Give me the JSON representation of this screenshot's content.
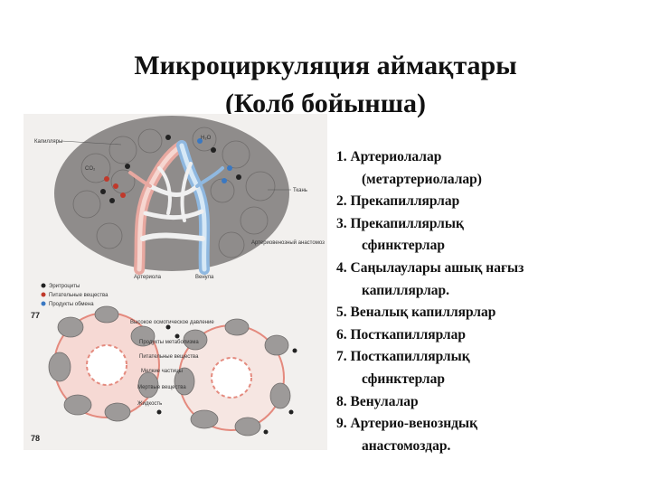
{
  "title": {
    "line1": "Микроциркуляция аймақтары",
    "line2": "(Колб бойынша)"
  },
  "figure": {
    "top_labels": {
      "capillaries": "Капилляры",
      "co2": "CO₂",
      "h2o": "H₂O",
      "tissue": "Ткань",
      "arteriovenous": "Артериовенозный анастомоз",
      "arteriole": "Артериола",
      "venule": "Венула",
      "fig_num": "77"
    },
    "legend": [
      {
        "label": "Эритроциты",
        "color": "#222222"
      },
      {
        "label": "Питательные вещества",
        "color": "#c0392b"
      },
      {
        "label": "Продукты обмена",
        "color": "#3a78c2"
      }
    ],
    "bottom_labels": {
      "fig_num": "78",
      "ann1": "Высокое осмотическое давление",
      "ann2": "Продукты метаболизма",
      "ann3": "Питательные вещества",
      "ann4": "Мелкие частицы",
      "ann5": "Мертвые вещества",
      "ann6": "Жидкость"
    }
  },
  "items": [
    {
      "n": "1.",
      "text": "Артериолалар",
      "sub": "(метартериолалар)"
    },
    {
      "n": "2.",
      "text": "Прекапиллярлар",
      "sub": ""
    },
    {
      "n": "3.",
      "text": "Прекапиллярлық",
      "sub": "сфинктерлар"
    },
    {
      "n": "4.",
      "text": "Саңылаулары ашық нағыз",
      "sub": "капиллярлар."
    },
    {
      "n": "5.",
      "text": "Веналық капиллярлар",
      "sub": ""
    },
    {
      "n": "6.",
      "text": "Посткапиллярлар",
      "sub": ""
    },
    {
      "n": "7.",
      "text": "Посткапиллярлық",
      "sub": "сфинктерлар"
    },
    {
      "n": "8.",
      "text": "Венулалар",
      "sub": ""
    },
    {
      "n": "9.",
      "text": "Артерио-венозндық",
      "sub": "анастомоздар."
    }
  ]
}
